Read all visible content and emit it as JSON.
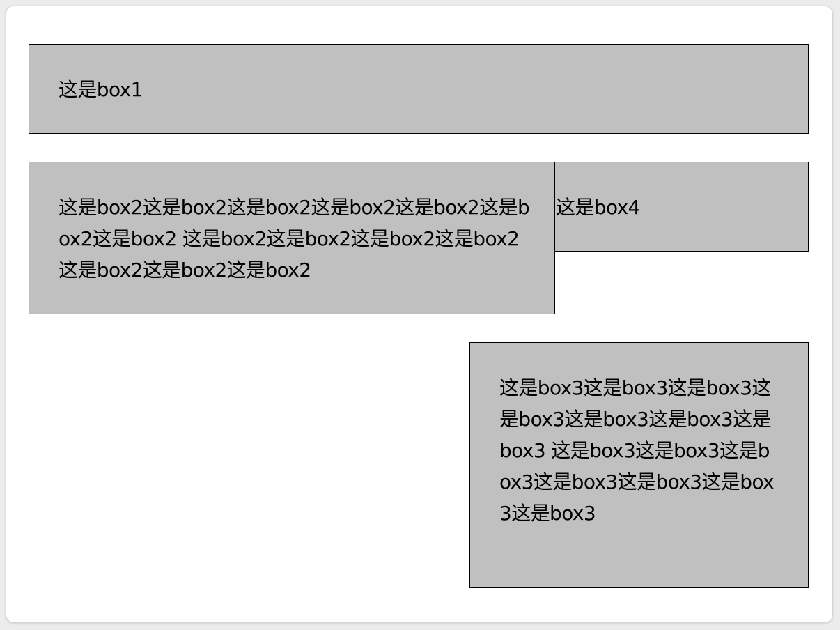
{
  "box1": {
    "text": "这是box1"
  },
  "box4": {
    "text": "这是box4"
  },
  "box2": {
    "text": "这是box2这是box2这是box2这是box2这是box2这是box2这是box2 这是box2这是box2这是box2这是box2这是box2这是box2这是box2"
  },
  "box3": {
    "text": "这是box3这是box3这是box3这是box3这是box3这是box3这是box3 这是box3这是box3这是box3这是box3这是box3这是box3这是box3"
  },
  "colors": {
    "box_background": "#c0c0c0",
    "box_border": "#000000",
    "page_background": "#ffffff"
  }
}
